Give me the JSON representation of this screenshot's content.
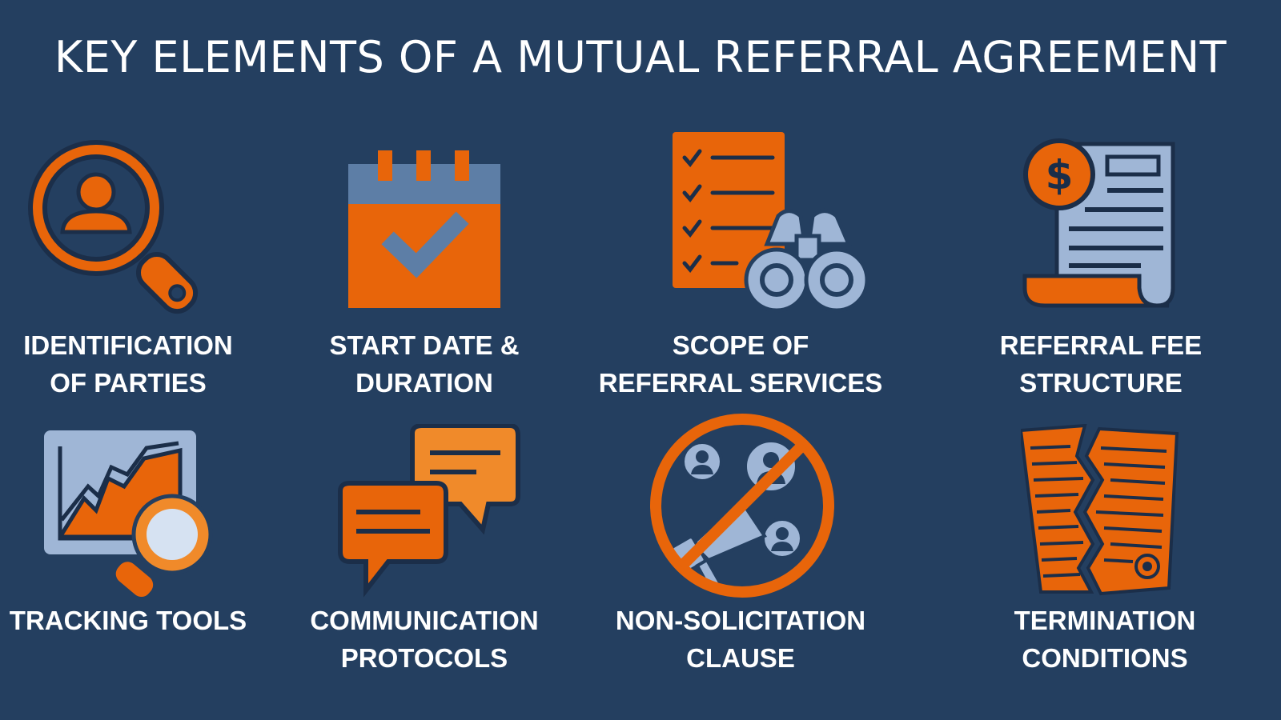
{
  "title": "KEY ELEMENTS OF A MUTUAL REFERRAL AGREEMENT",
  "colors": {
    "background": "#243f60",
    "orange": "#e8650a",
    "light_orange": "#f08a2a",
    "light_blue": "#9fb6d6",
    "navy_outline": "#1b2e49"
  },
  "elements": [
    {
      "icon": "magnifier-person-icon",
      "line1": "IDENTIFICATION",
      "line2": "OF PARTIES"
    },
    {
      "icon": "calendar-check-icon",
      "line1": "START DATE &",
      "line2": "DURATION"
    },
    {
      "icon": "checklist-binoculars-icon",
      "line1": "SCOPE OF",
      "line2": "REFERRAL SERVICES"
    },
    {
      "icon": "invoice-dollar-icon",
      "line1": "REFERRAL FEE",
      "line2": "STRUCTURE"
    },
    {
      "icon": "chart-magnifier-icon",
      "line1": "TRACKING TOOLS",
      "line2": ""
    },
    {
      "icon": "chat-bubbles-icon",
      "line1": "COMMUNICATION",
      "line2": "PROTOCOLS"
    },
    {
      "icon": "no-solicitation-icon",
      "line1": "NON-SOLICITATION",
      "line2": "CLAUSE"
    },
    {
      "icon": "torn-document-icon",
      "line1": "TERMINATION",
      "line2": "CONDITIONS"
    }
  ]
}
